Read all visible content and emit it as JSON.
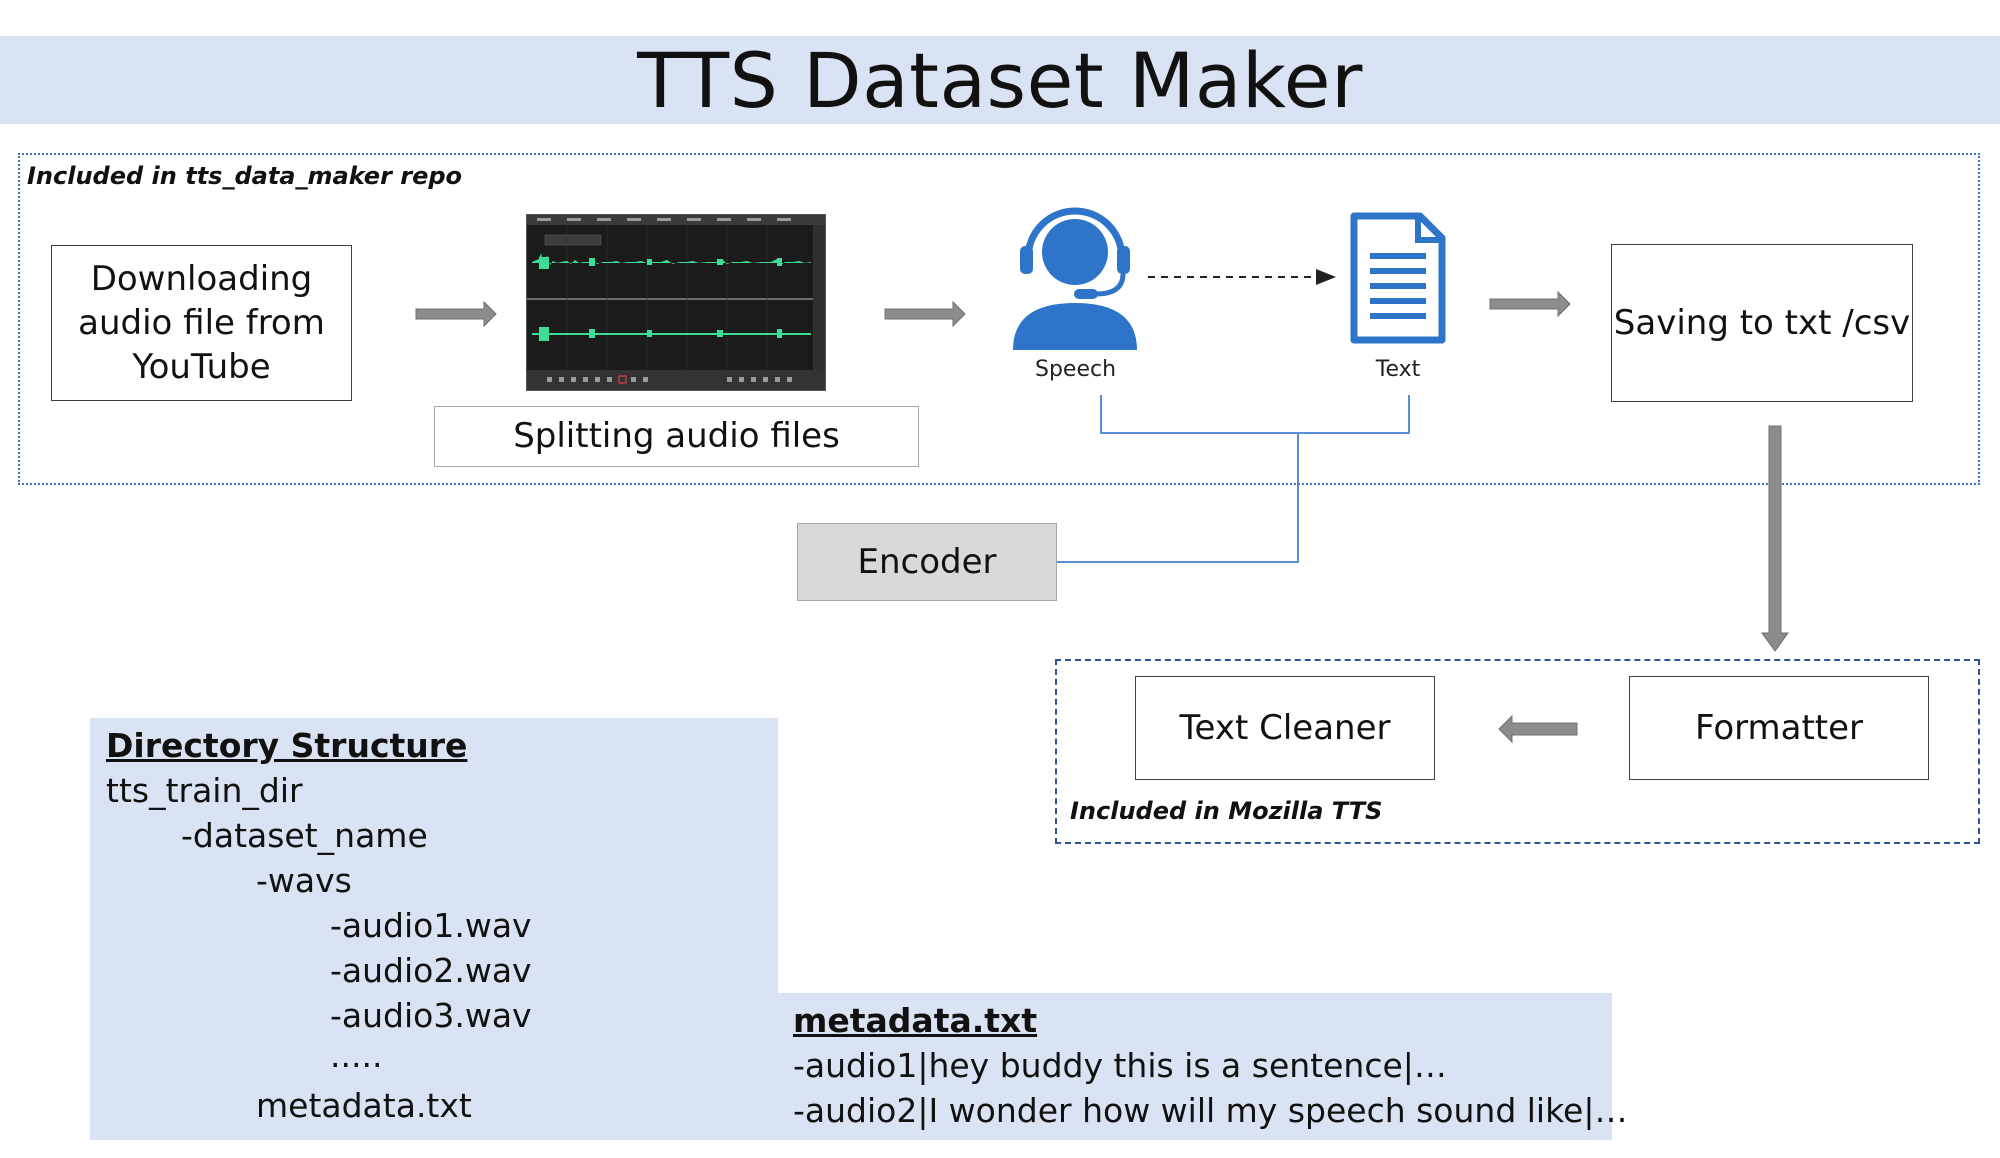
{
  "title": "TTS Dataset Maker",
  "regions": {
    "repo_label": "Included in tts_data_maker repo",
    "mozilla_label": "Included in Mozilla TTS"
  },
  "nodes": {
    "download": [
      "Downloading",
      "audio file from",
      "YouTube"
    ],
    "split_label": "Splitting audio files",
    "speech_caption": "Speech",
    "text_caption": "Text",
    "saving": "Saving to txt /csv",
    "encoder": "Encoder",
    "text_cleaner": "Text Cleaner",
    "formatter": "Formatter"
  },
  "directory": {
    "title": "Directory Structure",
    "lines": [
      "tts_train_dir",
      "-dataset_name",
      "-wavs",
      "-audio1.wav",
      "-audio2.wav",
      "-audio3.wav",
      ".....",
      "metadata.txt"
    ]
  },
  "metadata": {
    "title": "metadata.txt",
    "lines": [
      "-audio1|hey buddy this is a sentence|…",
      "-audio2|I wonder how will my speech sound like|…"
    ]
  },
  "colors": {
    "panel_bg": "#dae3f3",
    "accent_blue": "#2e75c9",
    "region_border": "#4472c4",
    "arrow_gray": "#8c8c8c",
    "wave_green": "#3ddc97"
  }
}
